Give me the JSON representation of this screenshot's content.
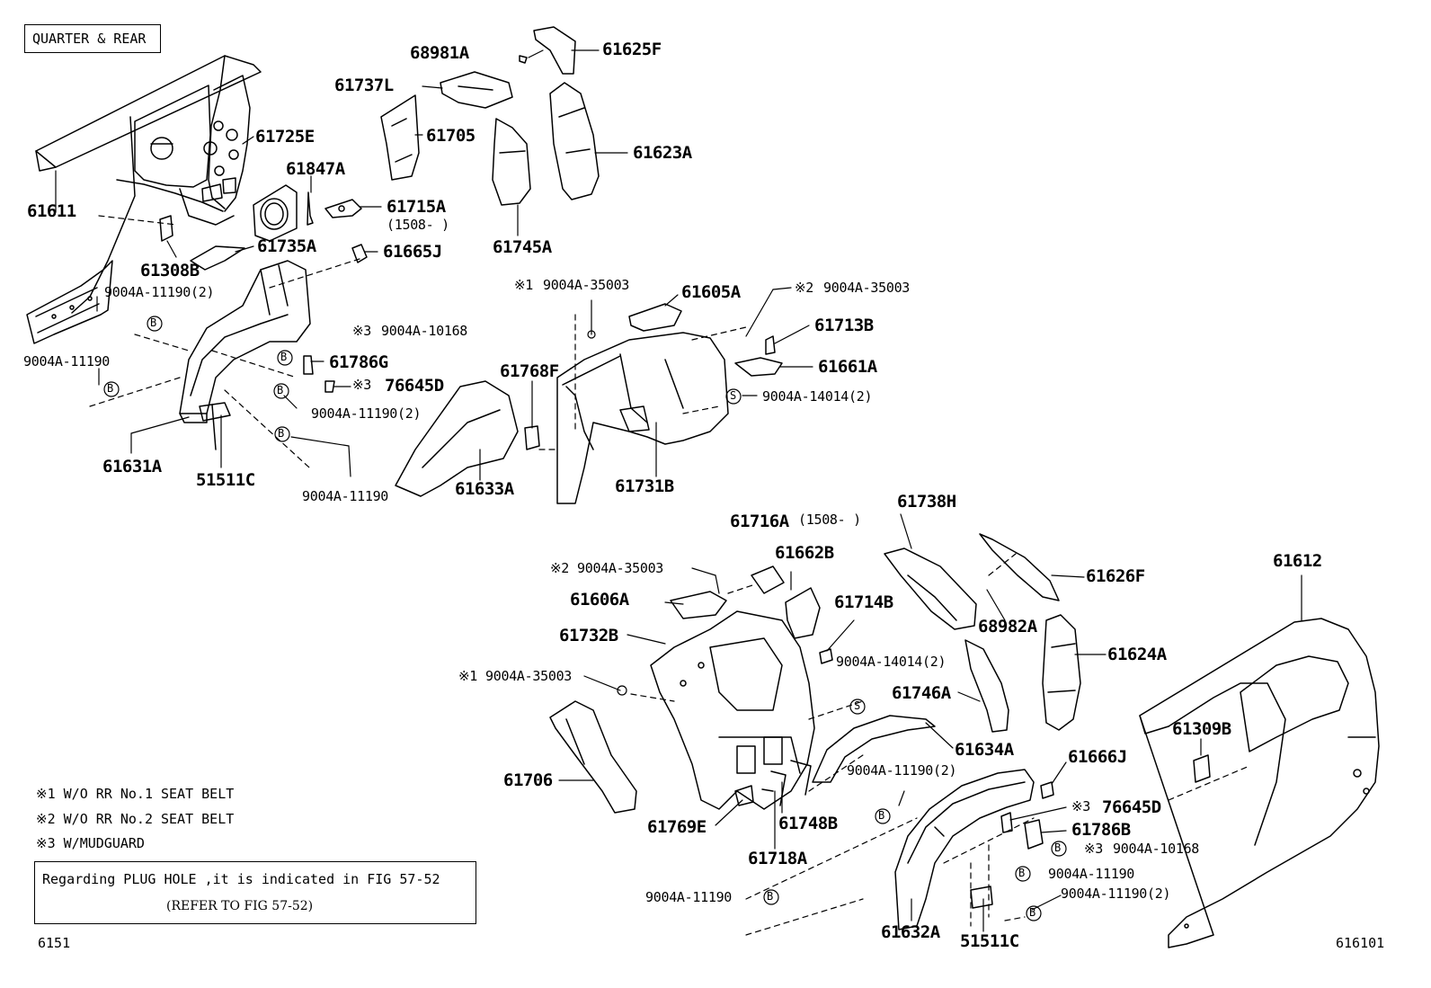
{
  "title": "QUARTER & REAR",
  "parts": {
    "p61611": "61611",
    "p61725E": "61725E",
    "p61847A": "61847A",
    "p61715A": "61715A",
    "p61715A_date": "(1508-     )",
    "p61735A": "61735A",
    "p61665J": "61665J",
    "p61308B": "61308B",
    "p61631A": "61631A",
    "p51511C_l": "51511C",
    "p61786G": "61786G",
    "p76645D_l": "76645D",
    "p68981A": "68981A",
    "p61625F": "61625F",
    "p61737L": "61737L",
    "p61705": "61705",
    "p61623A": "61623A",
    "p61745A": "61745A",
    "p61605A": "61605A",
    "p61713B": "61713B",
    "p61661A": "61661A",
    "p61768F": "61768F",
    "p61633A": "61633A",
    "p61731B": "61731B",
    "p61716A": "61716A",
    "p61716A_date": "(1508-     )",
    "p61738H": "61738H",
    "p61662B": "61662B",
    "p61626F": "61626F",
    "p61612": "61612",
    "p61606A": "61606A",
    "p61714B": "61714B",
    "p68982A": "68982A",
    "p61624A": "61624A",
    "p61732B": "61732B",
    "p61746A": "61746A",
    "p61309B": "61309B",
    "p61706": "61706",
    "p61634A": "61634A",
    "p61666J": "61666J",
    "p76645D_r": "76645D",
    "p61786B": "61786B",
    "p61769E": "61769E",
    "p61748B": "61748B",
    "p61718A": "61718A",
    "p61632A": "61632A",
    "p51511C_r": "51511C"
  },
  "fasteners": {
    "f_11190_2_a": "9004A-11190(2)",
    "f_11190_a": "9004A-11190",
    "f_10168_a": "9004A-10168",
    "f_11190_2_b": "9004A-11190(2)",
    "f_11190_b": "9004A-11190",
    "f_35003_1a": "9004A-35003",
    "f_35003_2a": "9004A-35003",
    "f_14014_a": "9004A-14014(2)",
    "f_35003_2b": "9004A-35003",
    "f_35003_1b": "9004A-35003",
    "f_14014_b": "9004A-14014(2)",
    "f_11190_2_c": "9004A-11190(2)",
    "f_10168_b": "9004A-10168",
    "f_11190_c": "9004A-11190",
    "f_11190_d": "9004A-11190",
    "f_11190_2_d": "9004A-11190(2)"
  },
  "marks": {
    "m1": "※1",
    "m2": "※2",
    "m3": "※3",
    "b": "B",
    "s": "S"
  },
  "notes": {
    "n1": "※1 W/O RR No.1 SEAT BELT",
    "n2": "※2 W/O RR No.2 SEAT BELT",
    "n3": "※3 W/MUDGUARD",
    "plug_line1": "Regarding PLUG HOLE ,it is indicated in FIG 57-52",
    "plug_line2": "(REFER TO FIG 57-52)"
  },
  "footer": {
    "left_code": "6151",
    "right_code": "616101"
  }
}
